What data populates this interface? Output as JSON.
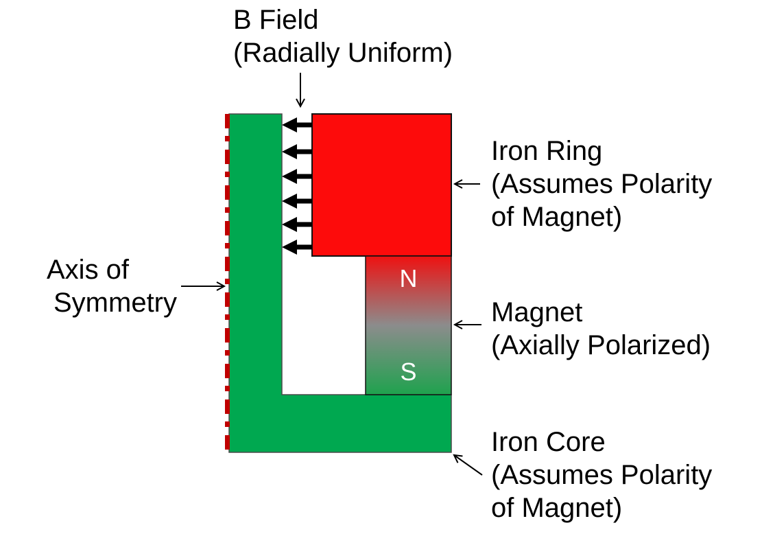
{
  "figure": {
    "background": "#FFFFFF",
    "colors": {
      "core_green": "#00A850",
      "ring_red": "#FD0B0B",
      "axis_dash_red": "#C00000",
      "magnet_gradient_top": "#EE1111",
      "magnet_gradient_mid": "#8C8C8C",
      "magnet_gradient_bottom": "#1FA24E",
      "core_outline_gray": "#4A4A4A",
      "shape_outline_black": "#111111",
      "arrow_black": "#000000",
      "pole_text_white": "#FFFFFF",
      "label_text_black": "#000000"
    },
    "labels": {
      "b_field": {
        "line1": "B Field",
        "line2": "(Radially Uniform)"
      },
      "axis_of_symmetry": {
        "line1": "Axis of",
        "line2": "Symmetry"
      },
      "iron_ring": {
        "line1": "Iron Ring",
        "line2": "(Assumes Polarity",
        "line3": "of Magnet)"
      },
      "magnet": {
        "line1": "Magnet",
        "line2": "(Axially Polarized)"
      },
      "iron_core": {
        "line1": "Iron Core",
        "line2": "(Assumes Polarity",
        "line3": "of Magnet)"
      }
    },
    "magnet_poles": {
      "north": "N",
      "south": "S"
    },
    "b_field_arrow_count": 6
  }
}
